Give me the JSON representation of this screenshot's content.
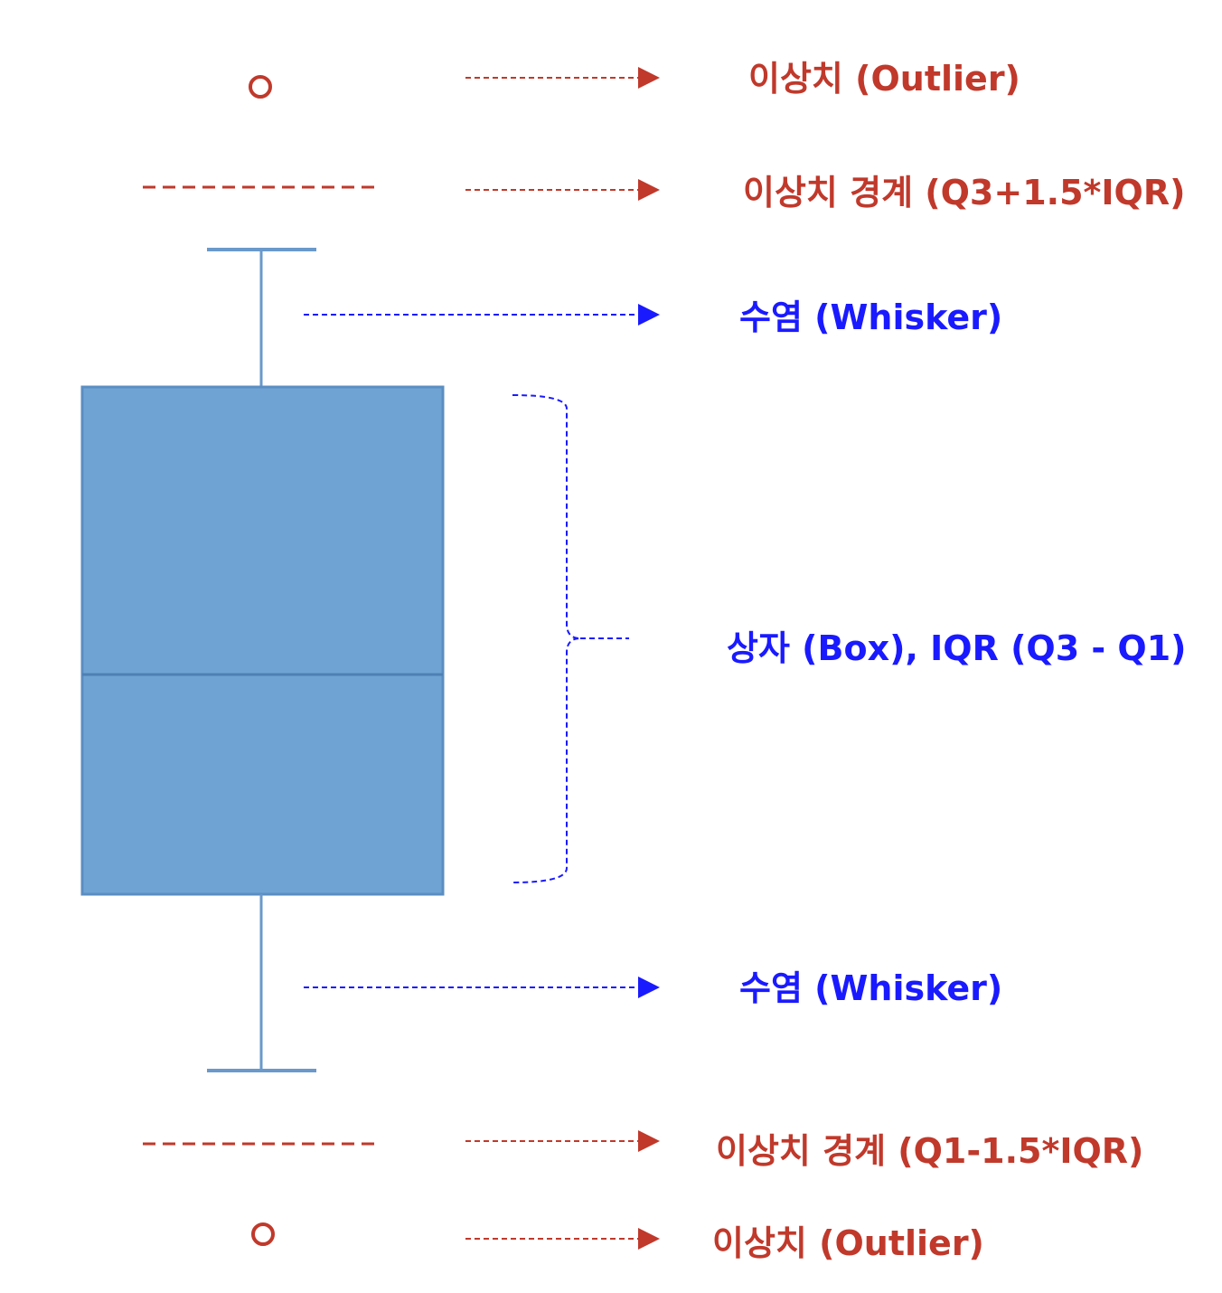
{
  "colors": {
    "outlier": "#c0392b",
    "annotation_blue": "#1a1aff",
    "box_fill": "#6fa3d4",
    "box_stroke": "#5b8ec2",
    "whisker": "#6a99cb"
  },
  "labels": {
    "outlier_top": "이상치 (Outlier)",
    "upper_fence": "이상치 경계 (Q3+1.5*IQR)",
    "whisker_top": "수염 (Whisker)",
    "box_iqr": "상자 (Box), IQR (Q3 - Q1)",
    "whisker_bottom": "수염 (Whisker)",
    "lower_fence": "이상치 경계 (Q1-1.5*IQR)",
    "outlier_bottom": "이상치 (Outlier)"
  }
}
